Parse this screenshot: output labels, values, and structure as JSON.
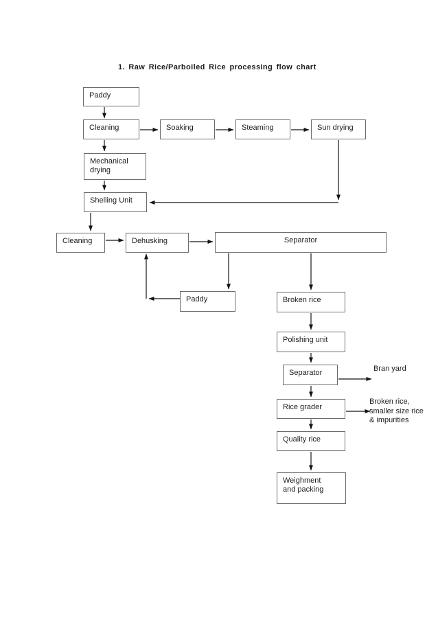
{
  "title": "1. Raw Rice/Parboiled Rice processing flow chart",
  "nodes": {
    "paddy_top": {
      "label": "Paddy"
    },
    "cleaning_1": {
      "label": "Cleaning"
    },
    "soaking": {
      "label": "Soaking"
    },
    "steaming": {
      "label": "Steaming"
    },
    "sun_drying": {
      "label": "Sun drying"
    },
    "mechanical_drying": {
      "label": "Mechanical\ndrying"
    },
    "shelling_unit": {
      "label": "Shelling Unit"
    },
    "cleaning_2": {
      "label": "Cleaning"
    },
    "dehusking": {
      "label": "Dehusking"
    },
    "separator_1": {
      "label": "Separator"
    },
    "paddy_return": {
      "label": "Paddy"
    },
    "broken_rice": {
      "label": "Broken rice"
    },
    "polishing_unit": {
      "label": "Polishing unit"
    },
    "separator_2": {
      "label": "Separator"
    },
    "rice_grader": {
      "label": "Rice grader"
    },
    "quality_rice": {
      "label": "Quality rice"
    },
    "weighment_packing": {
      "label": "Weighment\nand packing"
    }
  },
  "annotations": {
    "bran_yard": "Bran yard",
    "grader_output": "Broken rice,\nsmaller size rice\n& impurities"
  },
  "edges": [
    "Paddy -> Cleaning",
    "Cleaning -> Soaking",
    "Soaking -> Steaming",
    "Steaming -> Sun drying",
    "Cleaning -> Mechanical drying",
    "Mechanical drying -> Shelling Unit",
    "Sun drying -> Shelling Unit",
    "Shelling Unit -> Cleaning",
    "Cleaning -> Dehusking",
    "Dehusking -> Separator",
    "Separator -> Paddy",
    "Paddy -> Dehusking",
    "Separator -> Broken rice",
    "Broken rice -> Polishing unit",
    "Polishing unit -> Separator",
    "Separator -> Bran yard",
    "Separator -> Rice grader",
    "Rice grader -> Broken rice, smaller size rice & impurities",
    "Rice grader -> Quality rice",
    "Quality rice -> Weighment and packing"
  ],
  "colors": {
    "background": "#ffffff",
    "box_border": "#6b6b6b",
    "line": "#141414",
    "text": "#1c1c1c"
  }
}
